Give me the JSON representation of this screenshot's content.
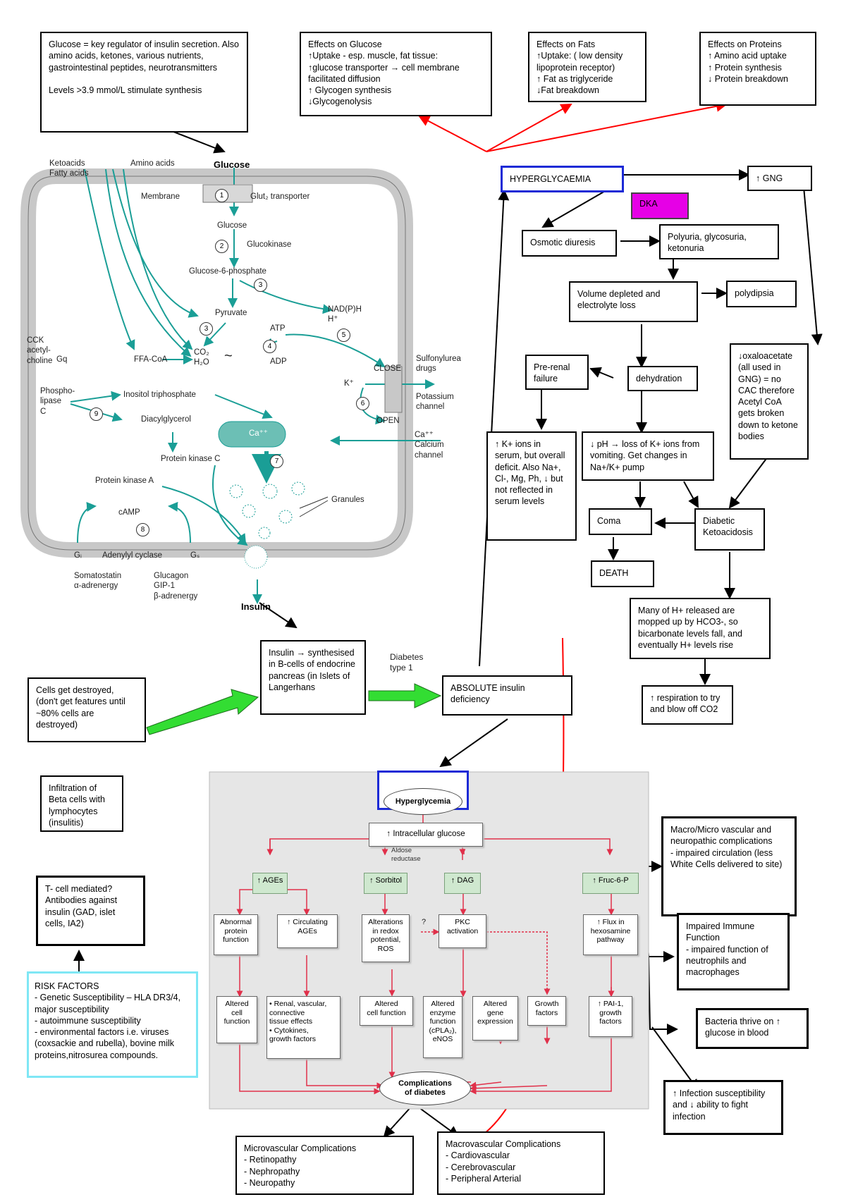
{
  "colors": {
    "arrow_black": "#000000",
    "arrow_red": "#ff0000",
    "teal": "#1a9e96",
    "green_arrow": "#33dd33",
    "blue_border": "#1c2ad6",
    "magenta": "#e600e6",
    "cyan_border": "#7fe7f5",
    "panel": "#e6e6e6"
  },
  "top_boxes": {
    "glucose_regulator": "Glucose = key regulator of insulin secretion. Also amino acids, ketones, various nutrients, gastrointestinal peptides, neurotransmitters\n\nLevels >3.9 mmol/L stimulate synthesis",
    "effects_glucose": "Effects on Glucose\n ↑Uptake - esp. muscle, fat tissue:\n↑glucose transporter → cell membrane facilitated diffusion\n  ↑ Glycogen synthesis\n↓Glycogenolysis",
    "effects_fats": "Effects on Fats\n↑Uptake: ( low density lipoprotein receptor)\n↑ Fat as triglyceride\n↓Fat breakdown",
    "effects_proteins": "Effects on Proteins\n↑  Amino acid uptake\n  ↑ Protein synthesis\n↓ Protein breakdown"
  },
  "cell": {
    "ketoacids": "Ketoacids\nFatty acids",
    "amino_acids": "Amino acids",
    "glucose_ext": "Glucose",
    "membrane": "Membrane",
    "glut2": "Glut₂ transporter",
    "glucose_int": "Glucose",
    "glucokinase": "Glucokinase",
    "g6p": "Glucose-6-phosphate",
    "pyruvate": "Pyruvate",
    "nadph": "NAD(P)H\nH⁺",
    "co2h2o": "CO₂\nH₂O",
    "ffacoa": "FFA-CoA",
    "atp": "ATP",
    "adp": "ADP",
    "close": "CLOSE",
    "sulfonylurea": "Sulfonylurea\ndrugs",
    "kplus": "K⁺",
    "potassium": "Potassium\nchannel",
    "open": "OPEN",
    "ca_ext": "Ca⁺⁺\nCalcium\nchannel",
    "cck": "CCK\nacetyl-\ncholine",
    "gq": "Gq",
    "phospholipase": "Phospho-\nlipase\nC",
    "ip3": "Inositol triphosphate",
    "dag": "Diacylglycerol",
    "pkc": "Protein kinase C",
    "pka": "Protein kinase A",
    "ca_int": "Ca⁺⁺",
    "camp": "cAMP",
    "granules": "Granules",
    "gi": "Gᵢ",
    "adenylyl": "Adenylyl cyclase",
    "gs": "Gₛ",
    "somatostatin": "Somatostatin\nα-adrenergy",
    "glucagon": "Glucagon\nGIP-1\nβ-adrenergy",
    "insulin": "Insulin",
    "step_numbers": [
      "1",
      "2",
      "3",
      "3",
      "4",
      "5",
      "6",
      "7",
      "8",
      "9"
    ]
  },
  "hyper_flow": {
    "hyperglycaemia": "HYPERGLYCAEMIA",
    "gng": "↑ GNG",
    "dka": "DKA",
    "osmotic": "Osmotic diuresis",
    "polyuria": "Polyuria, glycosuria, ketonuria",
    "volume": "Volume depleted and electrolyte loss",
    "polydipsia": "polydipsia",
    "oxaloacetate": "↓oxaloacetate (all used in GNG) = no CAC therefore Acetyl CoA gets broken down to ketone bodies",
    "prerenal": "Pre-renal failure",
    "dehydration": "dehydration",
    "kions": "↑ K+ ions in serum, but overall deficit. Also Na+, Cl-, Mg, Ph, ↓ but not reflected in serum levels",
    "ph": "↓ pH → loss of K+ ions from vomiting. Get changes in Na+/K+ pump",
    "coma": "Coma",
    "death": "DEATH",
    "dka_box": "Diabetic Ketoacidosis",
    "hplus": "Many of H+ released are mopped up by HCO3-, so bicarbonate levels fall, and eventually H+ levels rise",
    "respiration": "↑ respiration to try and blow off CO2"
  },
  "left_flow": {
    "insulin_box": "Insulin → synthesised in B-cells of endocrine pancreas (in Islets of Langerhans",
    "diabetes_type1": "Diabetes\ntype 1",
    "absolute": "ABSOLUTE insulin deficiency",
    "cells_destroyed": "Cells get destroyed, (don't get features until ~80% cells are destroyed)",
    "infiltration": "Infiltration of Beta cells with lymphocytes (insulitis)",
    "tcell": "T- cell mediated? Antibodies against insulin (GAD, islet cells, IA2)",
    "risk": "RISK FACTORS\n- Genetic Susceptibility – HLA DR3/4, major susceptibility\n- autoimmune susceptibility\n- environmental factors i.e. viruses (coxsackie and rubella), bovine milk proteins,nitrosurea compounds."
  },
  "panel": {
    "hyperglycemia": "Hyperglycemia",
    "intracellular": "↑ Intracellular glucose",
    "aldose": "Aldose\nreductase",
    "ages": "↑ AGEs",
    "sorbitol": "↑ Sorbitol",
    "dag": "↑ DAG",
    "fruc": "↑ Fruc-6-P",
    "abnormal_protein": "Abnormal\nprotein\nfunction",
    "circulating_ages": "↑ Circulating\nAGEs",
    "redox": "Alterations\nin redox\npotential,\nROS",
    "q": "?",
    "pkc": "PKC\nactivation",
    "flux": "↑ Flux in\nhexosamine\npathway",
    "altered_cell": "Altered\ncell\nfunction",
    "renal": "• Renal, vascular,\nconnective\ntissue effects\n• Cytokines,\ngrowth factors",
    "altered_cell2": "Altered\ncell function",
    "enzyme": "Altered\nenzyme\nfunction\n(cPLA₂),\neNOS",
    "gene": "Altered\ngene\nexpression",
    "growth": "Growth\nfactors",
    "pai": "↑ PAI-1,\ngrowth\nfactors",
    "complications": "Complications\nof diabetes"
  },
  "right_col": {
    "macro_micro": "Macro/Micro vascular and neuropathic complications\n- impaired circulation (less White Cells delivered to site)",
    "immune": "Impaired Immune Function\n- impaired function of neutrophils and macrophages",
    "bacteria": "Bacteria thrive on ↑ glucose in blood",
    "infection": "↑ Infection susceptibility and ↓ ability to fight infection"
  },
  "bottom": {
    "micro": "Microvascular Complications\n-            Retinopathy\n-            Nephropathy\n-            Neuropathy",
    "macro": "Macrovascular Complications\n-            Cardiovascular\n-            Cerebrovascular\n-            Peripheral Arterial"
  }
}
